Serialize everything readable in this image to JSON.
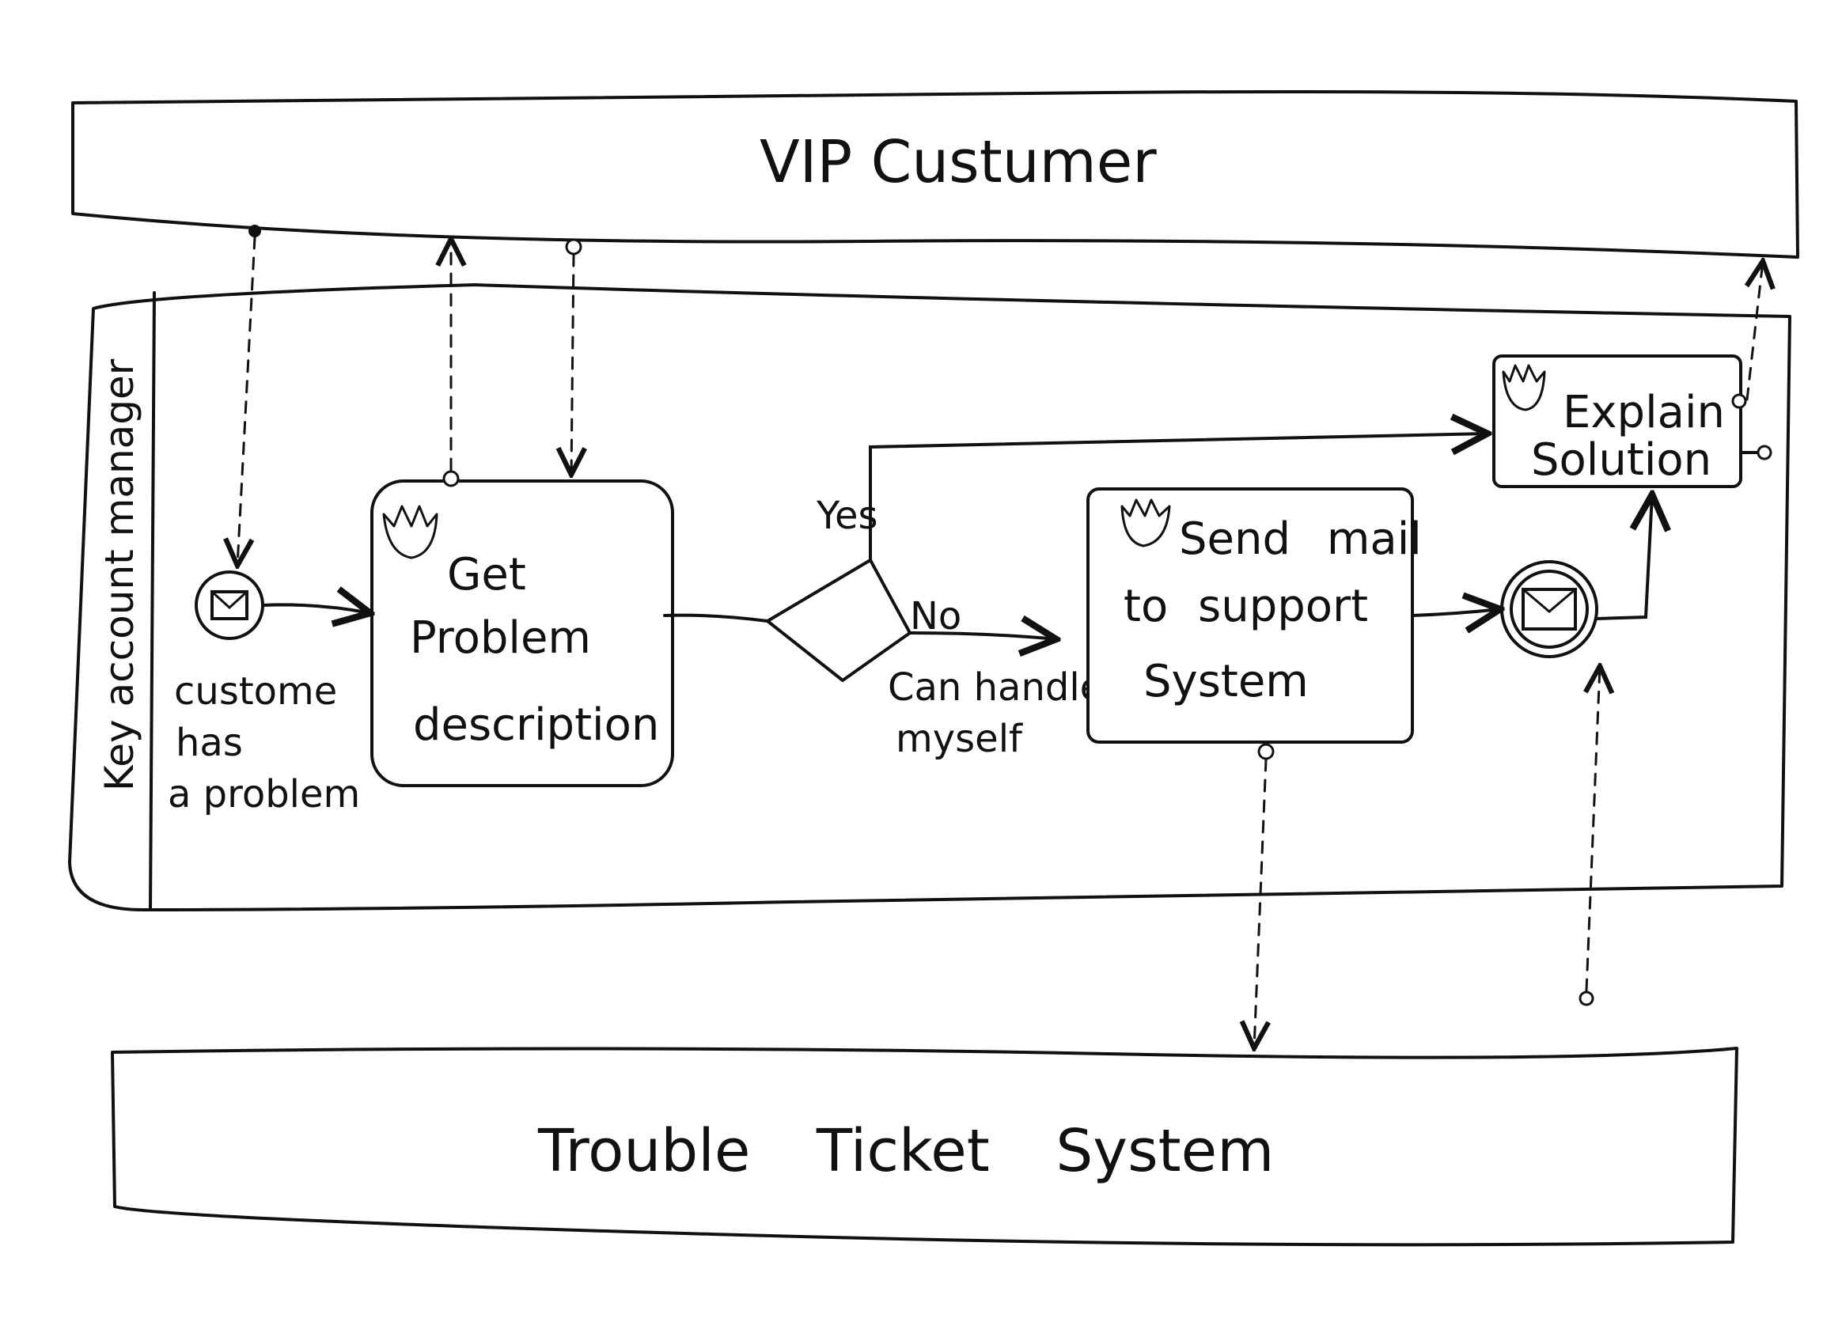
{
  "pools": {
    "customer_title": "VIP Custumer",
    "system_title": "Trouble Ticket System",
    "lane_title": "Key account manager"
  },
  "start_event": {
    "label_lines": [
      "custome",
      "has",
      "a problem"
    ],
    "icon": "envelope-icon"
  },
  "tasks": {
    "get_problem": {
      "lines": [
        "Get",
        "Problem",
        "description"
      ],
      "icon": "hand-icon"
    },
    "send_mail": {
      "lines": [
        "Send mail",
        "to support",
        "System"
      ],
      "icon": "hand-icon"
    },
    "explain": {
      "lines": [
        "Explain",
        "Solution"
      ],
      "icon": "hand-icon"
    }
  },
  "gateway": {
    "yes_label": "Yes",
    "no_label": "No",
    "condition_lines": [
      "Can handle",
      "myself"
    ]
  },
  "intermediate_event": {
    "icon": "envelope-icon"
  }
}
